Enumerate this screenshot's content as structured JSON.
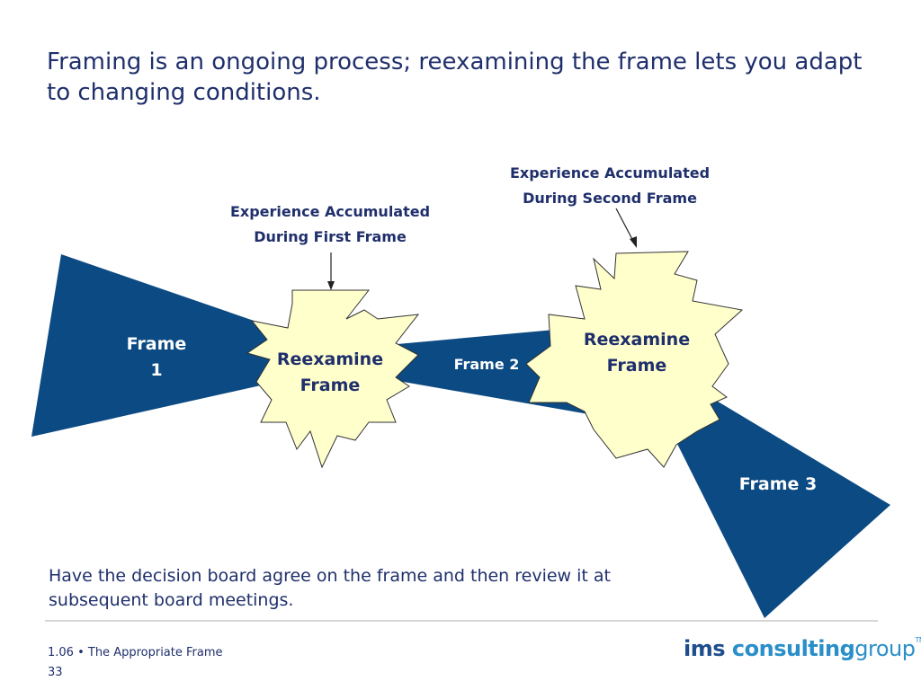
{
  "slide": {
    "title": "Framing is an ongoing process; reexamining the frame lets you adapt to changing conditions.",
    "body": "Have the decision board agree on the frame and then review it at subsequent board meetings.",
    "footer_line1": "1.06 • The Appropriate Frame",
    "footer_line2": "33"
  },
  "diagram": {
    "frame1_line1": "Frame",
    "frame1_line2": "1",
    "frame2": "Frame 2",
    "frame3": "Frame 3",
    "burst1_line1": "Reexamine",
    "burst1_line2": "Frame",
    "burst2_line1": "Reexamine",
    "burst2_line2": "Frame",
    "callout1_line1": "Experience Accumulated",
    "callout1_line2": "During First Frame",
    "callout2_line1": "Experience Accumulated",
    "callout2_line2": "During Second Frame"
  },
  "logo": {
    "part1": "ims",
    "part2": "consulting",
    "part3": "group",
    "tm": "TM"
  },
  "colors": {
    "frame_fill": "#0b4a82",
    "burst_fill": "#ffffcc",
    "text_dark": "#1f2f6b"
  }
}
